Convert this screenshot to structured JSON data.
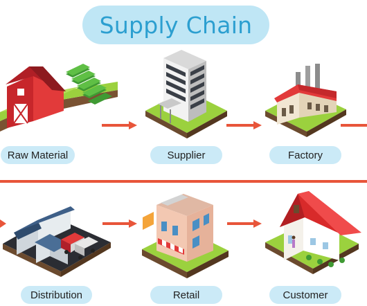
{
  "title": "Supply Chain",
  "stages": [
    {
      "label": "Raw Material",
      "icon": "barn-icon"
    },
    {
      "label": "Supplier",
      "icon": "office-building-icon"
    },
    {
      "label": "Factory",
      "icon": "factory-icon"
    },
    {
      "label": "Distribution",
      "icon": "warehouse-icon"
    },
    {
      "label": "Retail",
      "icon": "store-icon"
    },
    {
      "label": "Customer",
      "icon": "house-icon"
    }
  ],
  "colors": {
    "title_bg": "#bfe6f5",
    "title_text": "#2c9fd0",
    "label_bg": "#cbeaf7",
    "arrow": "#e8553a",
    "grass": "#9ccc3b",
    "soil": "#6b4a2e"
  }
}
